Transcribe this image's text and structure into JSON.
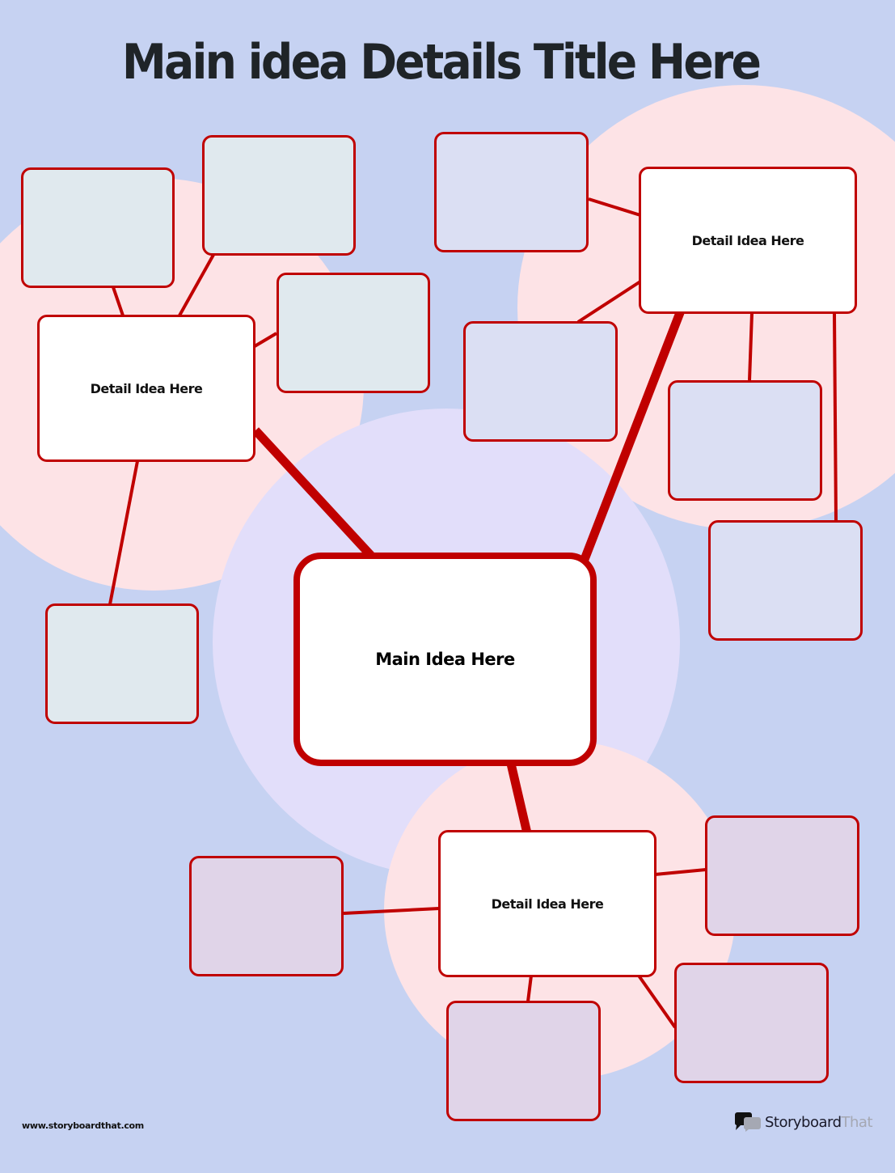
{
  "title": "Main idea Details Title Here",
  "main_idea": {
    "label": "Main Idea Here"
  },
  "details": [
    {
      "id": "left",
      "label": "Detail Idea Here"
    },
    {
      "id": "top-right",
      "label": "Detail Idea Here"
    },
    {
      "id": "bottom",
      "label": "Detail Idea Here"
    }
  ],
  "footer": {
    "url": "www.storyboardthat.com",
    "logo_part1": "Storyboard",
    "logo_part2": "That"
  },
  "colors": {
    "background": "#c6d2f2",
    "accent_red": "#c00000",
    "circle_pink": "#fde3e6",
    "circle_lavender": "#e2defa",
    "left_boxes": "#e0e9ee",
    "top_right_boxes": "#dbdff3",
    "bottom_boxes": "#e0d4e8"
  }
}
